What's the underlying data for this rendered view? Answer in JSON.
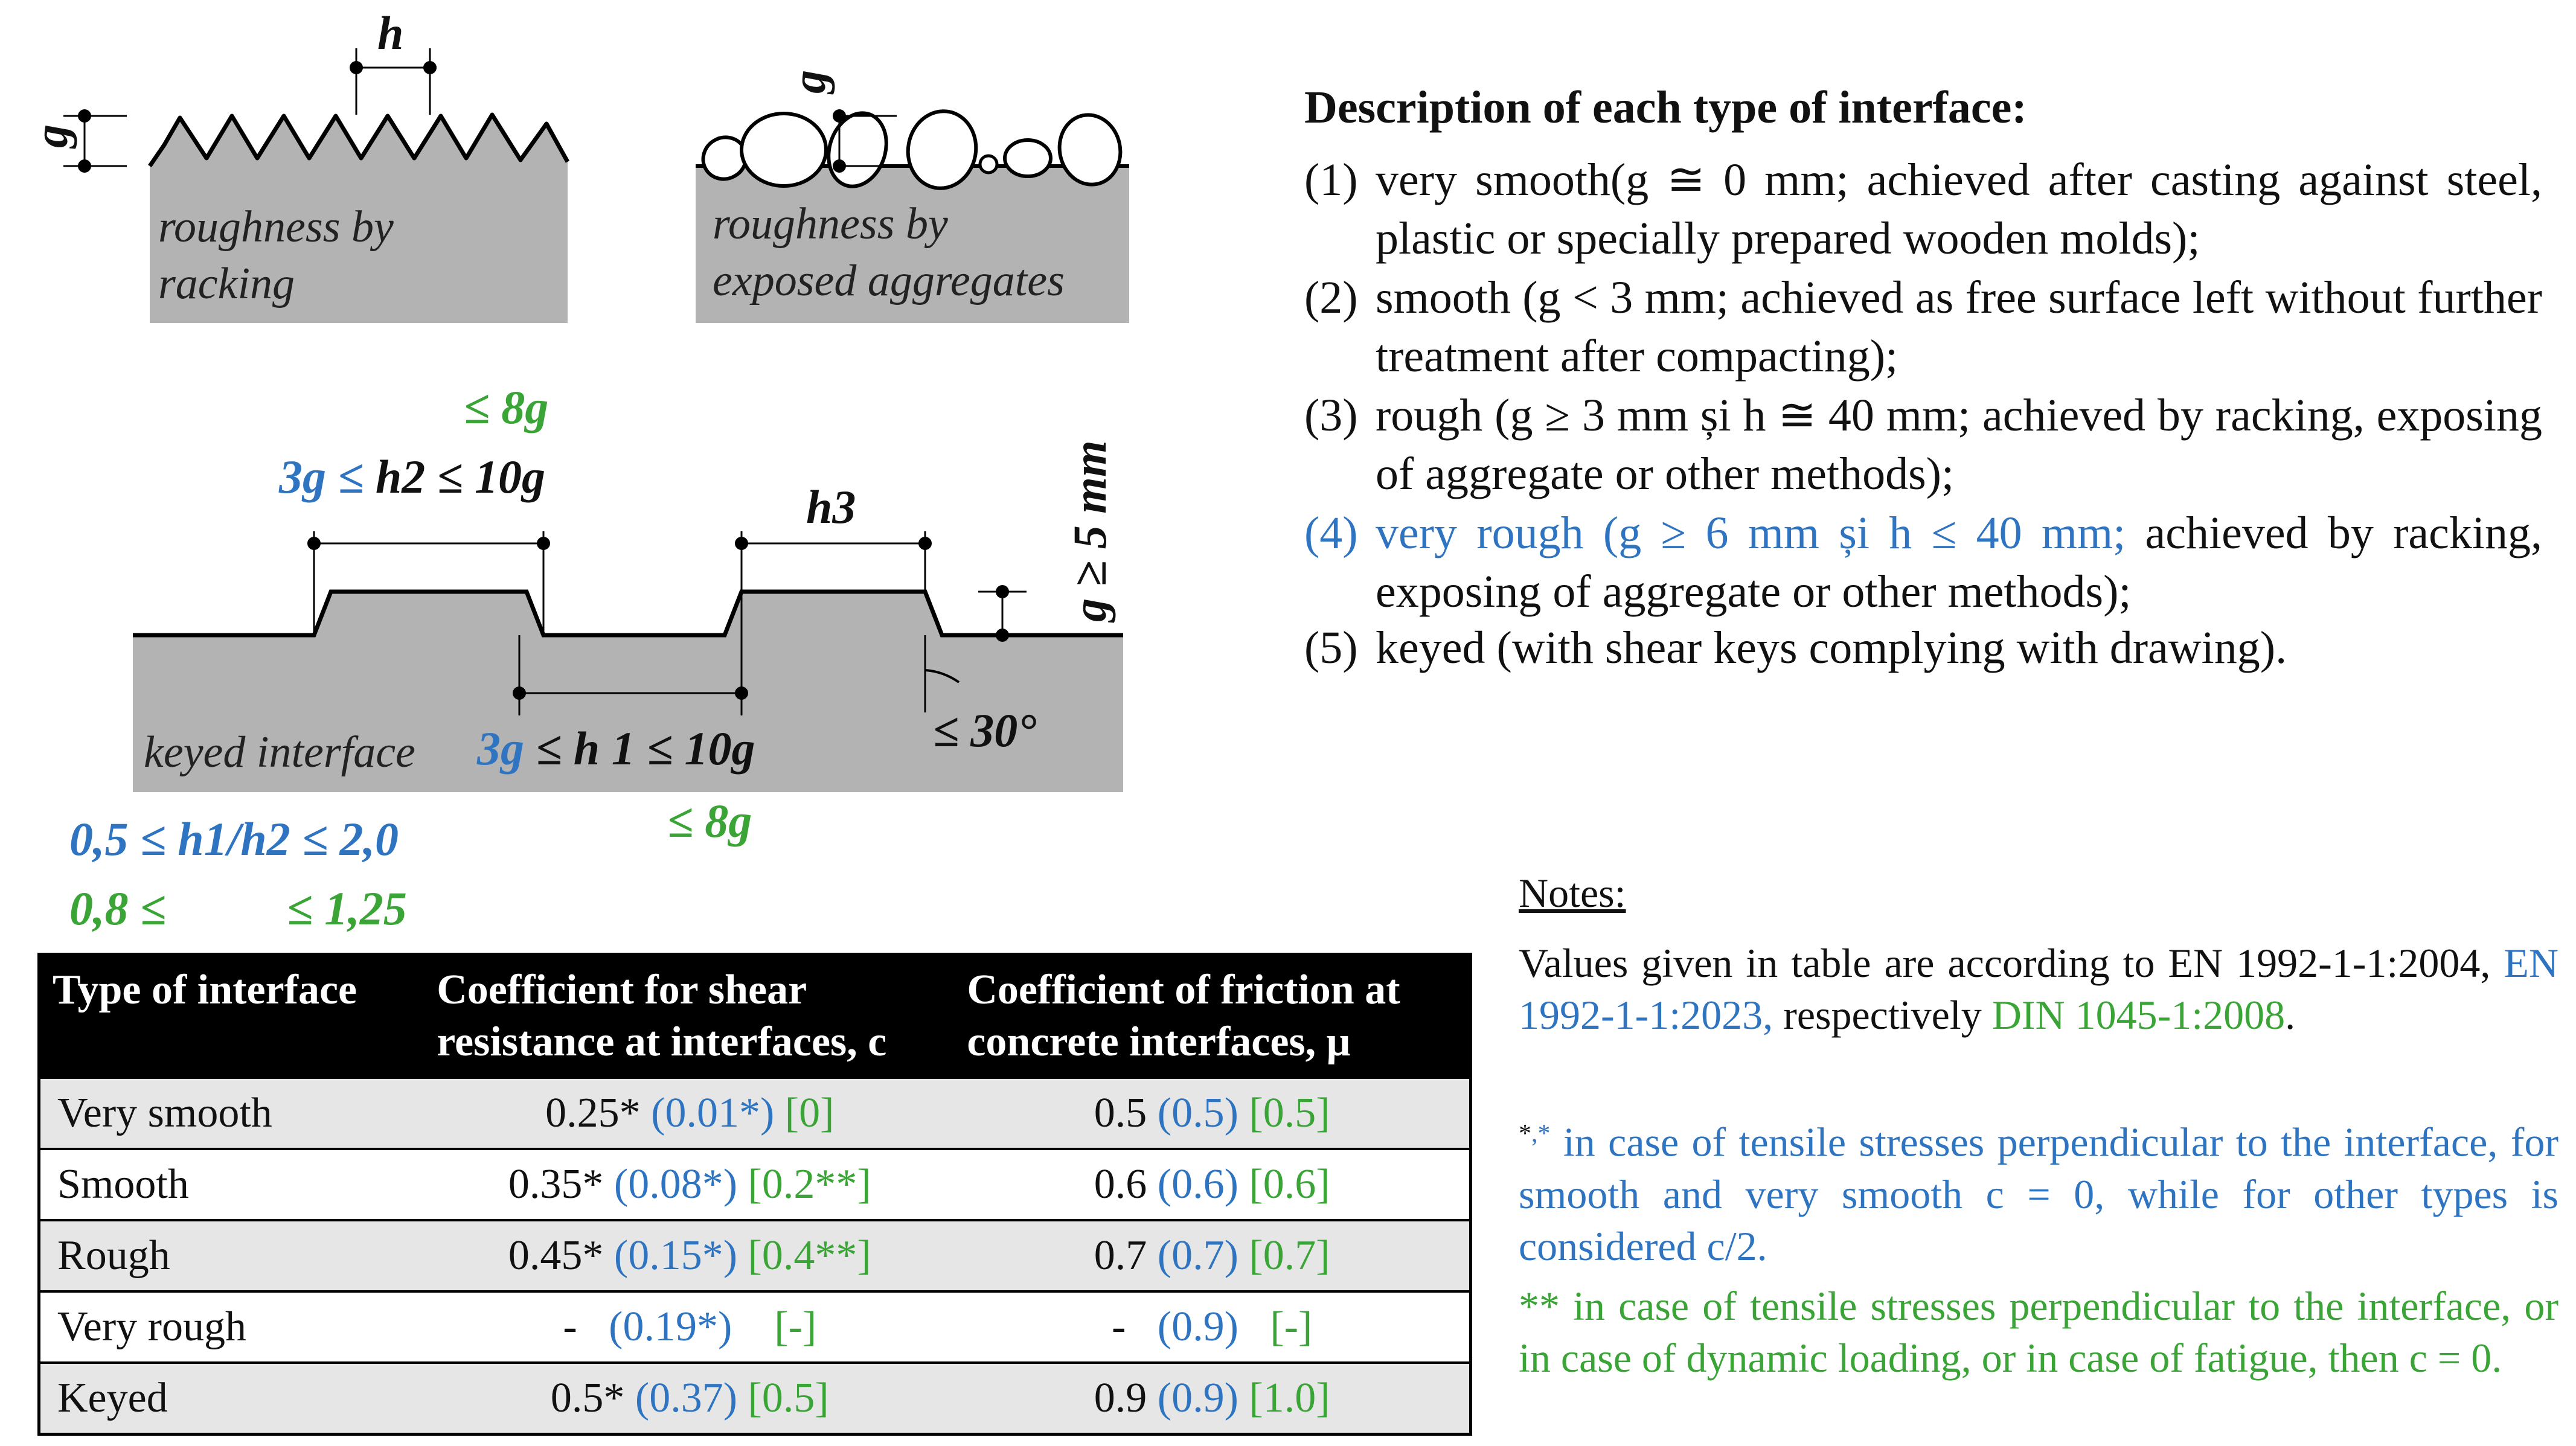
{
  "figure": {
    "racking_label": "roughness by racking",
    "racking_line1": "roughness by",
    "racking_line2": "racking",
    "aggregates_line1": "roughness by",
    "aggregates_line2": "exposed aggregates",
    "keyed_label": "keyed interface",
    "symbol_g": "g",
    "symbol_h": "h",
    "symbol_h3": "h3",
    "le_8g_top": "≤ 8g",
    "h2_prefix": "3g ≤",
    "h2_rest": "h2 ≤ 10g",
    "g_ge_5": "g ≥ 5 mm",
    "h1_prefix": "3g",
    "h1_rest": "≤ h 1 ≤ 10g",
    "le_8g_bottom": "≤ 8g",
    "angle": "≤ 30°",
    "ratio_blue": "0,5 ≤ h1/h2 ≤ 2,0",
    "ratio_green_left": "0,8 ≤",
    "ratio_green_right": "≤ 1,25"
  },
  "description": {
    "title": "Description of each type of interface:",
    "items": [
      {
        "num": "(1)",
        "text": "very smooth(g ≅ 0 mm; achieved after casting against steel, plastic or specially prepared wooden molds);"
      },
      {
        "num": "(2)",
        "text": "smooth (g < 3 mm; achieved as free surface left without further treatment after compacting);"
      },
      {
        "num": "(3)",
        "text": "rough (g ≥ 3 mm și h ≅ 40 mm; achieved by racking, exposing of aggregate or other methods);"
      },
      {
        "num": "(4)",
        "text_blue": "very rough (g ≥ 6 mm și h ≤ 40 mm;",
        "text": "achieved by racking, exposing of aggregate or other methods);"
      },
      {
        "num": "(5)",
        "text": "keyed (with shear keys complying with drawing)."
      }
    ]
  },
  "notes": {
    "title": "Notes:",
    "n1_a": "Values given in table are according to EN 1992-1-1:2004,",
    "n1_blue": "EN 1992-1-1:2023,",
    "n1_b": "respectively",
    "n1_green": "DIN 1045-1:2008",
    "n1_end": ".",
    "n2_mark_black": "*",
    "n2_mark_blue": ",*",
    "n2_text": "in case of tensile stresses perpendicular to the interface, for smooth and very smooth c = 0, while for other types is considered c/2.",
    "n3_text": "** in case of tensile stresses perpendicular to the interface, or in case of dynamic loading, or in case of fatigue, then c = 0."
  },
  "table": {
    "headers": [
      "Type of interface",
      "Coefficient for shear resistance at interfaces, c",
      "Coefficient of friction at concrete interfaces, μ"
    ],
    "rows": [
      {
        "type": "Very smooth",
        "c_a": "0.25*",
        "c_b": "(0.01*)",
        "c_c": "[0]",
        "mu_a": "0.5",
        "mu_b": "(0.5)",
        "mu_c": "[0.5]"
      },
      {
        "type": "Smooth",
        "c_a": "0.35*",
        "c_b": "(0.08*)",
        "c_c": "[0.2**]",
        "mu_a": "0.6",
        "mu_b": "(0.6)",
        "mu_c": "[0.6]"
      },
      {
        "type": "Rough",
        "c_a": "0.45*",
        "c_b": "(0.15*)",
        "c_c": "[0.4**]",
        "mu_a": "0.7",
        "mu_b": "(0.7)",
        "mu_c": "[0.7]"
      },
      {
        "type": "Very rough",
        "c_a": "-",
        "c_b": "(0.19*)",
        "c_c": "[-]",
        "mu_a": "-",
        "mu_b": "(0.9)",
        "mu_c": "[-]"
      },
      {
        "type": "Keyed",
        "c_a": "0.5*",
        "c_b": "(0.37)",
        "c_c": "[0.5]",
        "mu_a": "0.9",
        "mu_b": "(0.9)",
        "mu_c": "[1.0]"
      }
    ]
  },
  "colors": {
    "blue": "#2f74c0",
    "green": "#3aa536",
    "fill": "#b3b3b3"
  }
}
